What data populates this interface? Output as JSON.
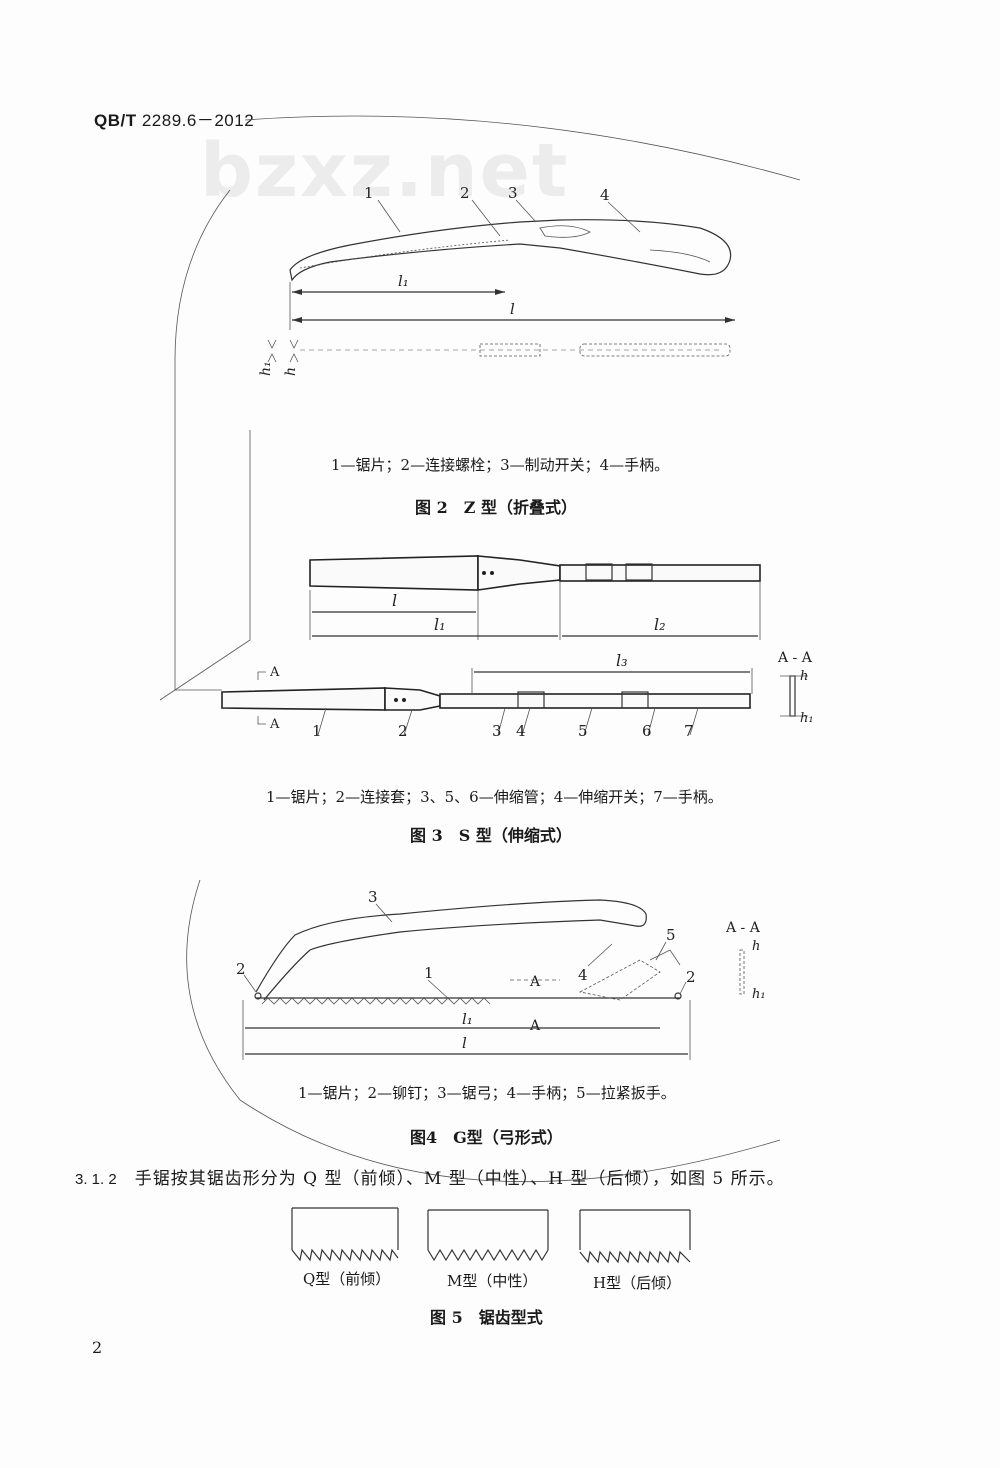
{
  "header": {
    "standard_code": "QB/T",
    "standard_number": "2289.6－2012"
  },
  "watermark": "bzxz.net",
  "figure2": {
    "parts": [
      "1",
      "2",
      "3",
      "4"
    ],
    "dims": {
      "l1": "l₁",
      "l": "l",
      "h1": "h₁",
      "h": "h"
    },
    "legend": "1—锯片；2—连接螺栓；3—制动开关；4—手柄。",
    "caption": "图 2　Z 型（折叠式）"
  },
  "figure3": {
    "parts": [
      "1",
      "2",
      "3",
      "4",
      "5",
      "6",
      "7"
    ],
    "dims": {
      "l": "l",
      "l1": "l₁",
      "l2": "l₂",
      "l3": "l₃",
      "h": "h",
      "h1": "h₁"
    },
    "section_mark": "A",
    "section_label": "A - A",
    "legend": "1—锯片；2—连接套；3、5、6—伸缩管；4—伸缩开关；7—手柄。",
    "caption": "图 3　S 型（伸缩式）"
  },
  "figure4": {
    "parts": [
      "1",
      "2",
      "3",
      "4",
      "5"
    ],
    "dims": {
      "l1": "l₁",
      "l": "l",
      "h": "h",
      "h1": "h₁"
    },
    "section_mark": "A",
    "section_label": "A - A",
    "legend": "1—锯片；2—铆钉；3—锯弓；4—手柄；5—拉紧扳手。",
    "caption": "图4　G型（弓形式）"
  },
  "section_312": {
    "number": "3. 1. 2",
    "text": "手锯按其锯齿形分为 Q 型（前倾）、M 型（中性）、H 型（后倾），如图 5 所示。"
  },
  "figure5": {
    "types": [
      "Q型（前倾）",
      "M型（中性）",
      "H型（后倾）"
    ],
    "caption": "图 5　锯齿型式"
  },
  "page_number": "2"
}
